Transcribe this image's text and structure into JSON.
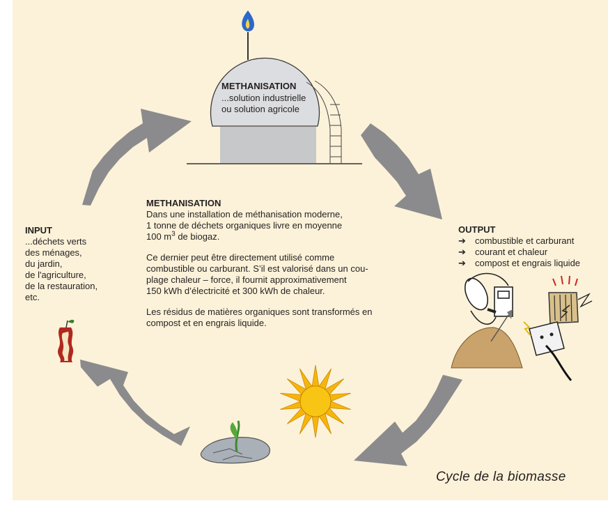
{
  "dome": {
    "title": "METHANISATION",
    "line1": "...solution industrielle",
    "line2": "ou solution agricole"
  },
  "center": {
    "title": "METHANISATION",
    "p1_line1": "Dans une installation de méthanisation moderne,",
    "p1_line2": "1 tonne de déchets organiques livre en moyenne",
    "p1_line3_num": "100 m",
    "p1_line3_sup": "3",
    "p1_line3_rest": " de biogaz.",
    "p2_line1": "Ce dernier peut être directement utilisé comme",
    "p2_line2": "combustible ou carburant. S’il est valorisé dans un cou-",
    "p2_line3": "plage chaleur – force, il fournit approximativement",
    "p2_line4": "150 kWh d’électricité et 300 kWh de chaleur.",
    "p3_line1": "Les résidus de matières organiques sont transformés en",
    "p3_line2": "compost et en engrais liquide."
  },
  "input": {
    "title": "INPUT",
    "lines": [
      "...déchets verts",
      "des ménages,",
      "du jardin,",
      "de l'agriculture,",
      "de la restauration,",
      "etc."
    ]
  },
  "output": {
    "title": "OUTPUT",
    "arrow": "➔",
    "items": [
      "combustible et carburant",
      "courant et chaleur",
      "compost et engrais liquide"
    ]
  },
  "caption": "Cycle de la biomasse",
  "colors": {
    "background": "#fcf2d9",
    "arrow": "#8b8b8d",
    "dome": "#dcdde0",
    "tank": "#c7c8ca",
    "sun": "#f7b50c",
    "compost": "#c9a36b",
    "flame": "#2c67c9",
    "apple": "#b0281f"
  },
  "icons": [
    "flame-icon",
    "biogas-dome-icon",
    "apple-core-icon",
    "fuel-pump-icon",
    "radiator-icon",
    "compost-heap-icon",
    "power-socket-icon",
    "sun-icon",
    "seedling-icon"
  ]
}
